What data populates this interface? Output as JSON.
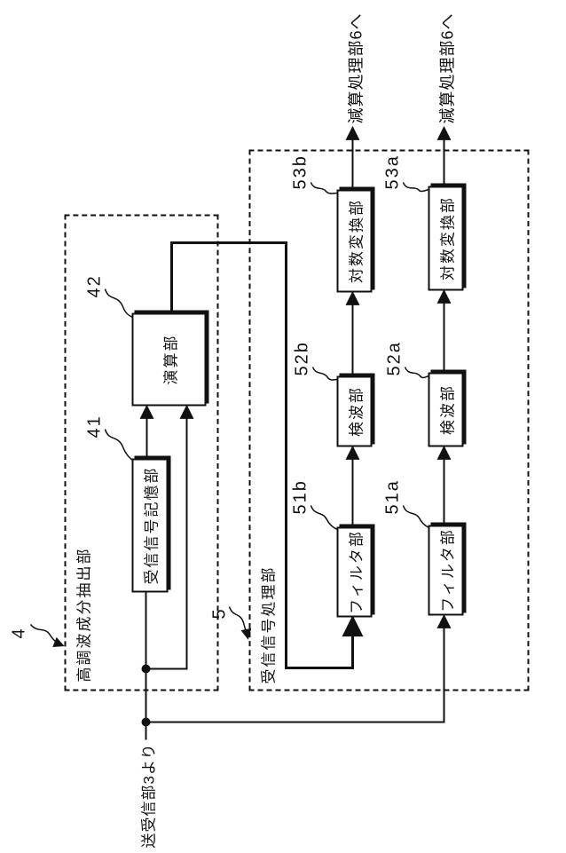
{
  "figure": {
    "input_note": "送受信部3より",
    "output_note_b": "減算処理部6へ",
    "output_note_a": "減算処理部6へ",
    "group4": {
      "ref": "4",
      "label": "高調波成分抽出部"
    },
    "group5": {
      "ref": "5",
      "label": "受信信号処理部"
    },
    "block41": {
      "ref": "41",
      "label": "受信信号記憶部"
    },
    "block42": {
      "ref": "42",
      "label": "演算部"
    },
    "block51b": {
      "ref": "51b",
      "label": "フィルタ部"
    },
    "block52b": {
      "ref": "52b",
      "label": "検波部"
    },
    "block53b": {
      "ref": "53b",
      "label": "対数変換部"
    },
    "block51a": {
      "ref": "51a",
      "label": "フィルタ部"
    },
    "block52a": {
      "ref": "52a",
      "label": "検波部"
    },
    "block53a": {
      "ref": "53a",
      "label": "対数変換部"
    },
    "colors": {
      "line": "#111111",
      "background": "#ffffff"
    }
  }
}
